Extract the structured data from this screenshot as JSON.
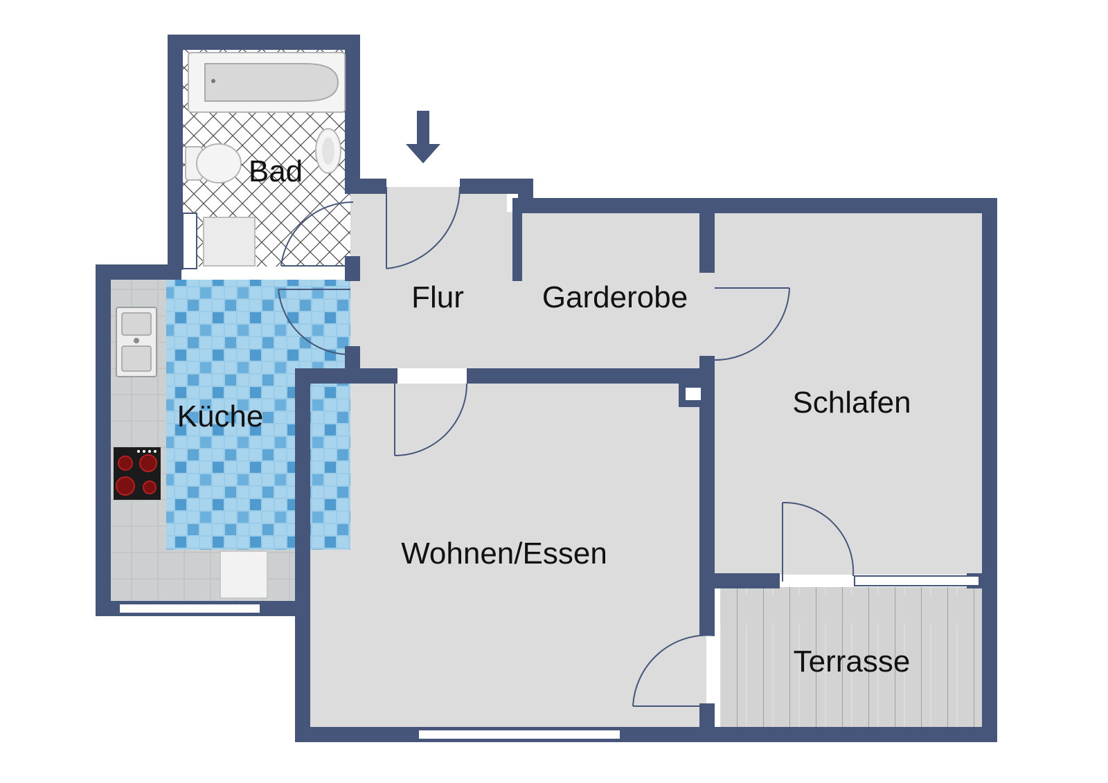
{
  "colors": {
    "wall": "#45567a",
    "floor": "#dcdcdc",
    "kitchen_tile": "#8fc3e3",
    "counter": "#c7c9c9",
    "terrace": "#cfcfcf",
    "background": "#ffffff"
  },
  "rooms": {
    "bad": "Bad",
    "flur": "Flur",
    "garderobe": "Garderobe",
    "kueche": "Küche",
    "schlafen": "Schlafen",
    "wohnen_essen": "Wohnen/Essen",
    "terrasse": "Terrasse"
  },
  "icons": {
    "entrance": "entrance-arrow-icon",
    "bathtub": "bathtub-icon",
    "toilet": "toilet-icon",
    "sink": "washbasin-icon",
    "kitchen_sink": "kitchen-sink-icon",
    "stove": "cooktop-icon"
  }
}
